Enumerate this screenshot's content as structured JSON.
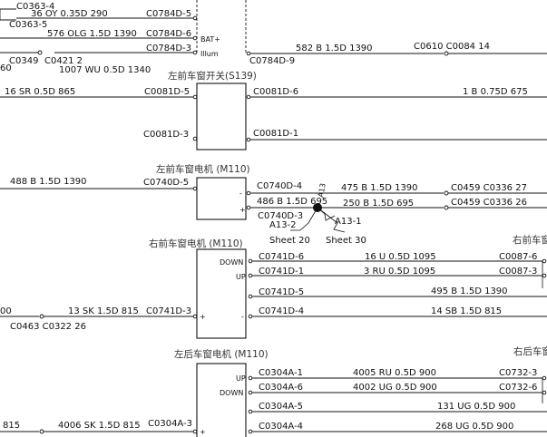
{
  "top_left": {
    "c0363_4": "C0363-4",
    "w36": "36 OY 0.35D 290",
    "c0784d_5": "C0784D-5",
    "c0363_5": "C0363-5",
    "w576": "576 OLG 1.5D 1390",
    "c0784d_6": "C0784D-6",
    "bat": "BAT+",
    "c0784d_3": "C0784D-3",
    "illum": "Illum",
    "c0349": "C0349",
    "c0421": "C0421 2",
    "w1007": "1007 WU 0.5D 1340",
    "c0784d_9": "C0784D-9",
    "partial_60": "60",
    "w582": "582 B 1.5D 1390",
    "c0610": "C0610 C0084 14"
  },
  "s139": {
    "title": "左前车窗开关(S139)",
    "w16": "16 SR 0.5D 865",
    "c0081d_5": "C0081D-5",
    "c0081d_6": "C0081D-6",
    "w1b": "1 B 0.75D 675",
    "c0081d_3": "C0081D-3",
    "c0081d_1": "C0081D-1"
  },
  "m110_fl": {
    "title": "左前车窗电机 (M110)",
    "w488": "488 B 1.5D 1390",
    "c0740d_5": "C0740D-5",
    "minus": "-",
    "plus": "+",
    "c0740d_4": "C0740D-4",
    "w475": "475 B 1.5D 1390",
    "c0459a": "C0459 C0336 27",
    "w486": "486 B 1.5D 695",
    "c0740d_3": "C0740D-3",
    "w250": "250 B 1.5D 695",
    "c0459b": "C0459 C0336 26",
    "a13_2": "A13-2",
    "a13_3": "A13",
    "a13_1": "A13-1",
    "sheet20": "Sheet 20",
    "sheet30": "Sheet 30"
  },
  "m110_fr": {
    "title": "右前车窗电机 (M110)",
    "title_right": "右前车窗",
    "down": "DOWN",
    "up": "UP",
    "c0741d_6": "C0741D-6",
    "w16u": "16 U 0.5D 1095",
    "c0087_6": "C0087-6",
    "c0741d_1": "C0741D-1",
    "w3ru": "3 RU 0.5D 1095",
    "c0087_3": "C0087-3",
    "c0741d_5": "C0741D-5",
    "w495": "495 B 1.5D 1390",
    "partial_00": "00",
    "w13": "13 SK 1.5D 815",
    "c0741d_3": "C0741D-3",
    "plus": "+",
    "minus": "-",
    "c0741d_4": "C0741D-4",
    "w14": "14 SB 1.5D 815",
    "c0463": "C0463 C0322 26"
  },
  "m110_rl": {
    "title": "左后车窗电机 (M110)",
    "title_right": "右后车窗",
    "up": "UP",
    "down": "DOWN",
    "c0304a_1": "C0304A-1",
    "w4005": "4005 RU 0.5D 900",
    "c0732_3": "C0732-3",
    "c0304a_6": "C0304A-6",
    "w4002": "4002 UG 0.5D 900",
    "c0732_6": "C0732-6",
    "c0304a_5": "C0304A-5",
    "w131": "131 UG 0.5D 900",
    "partial_815": "815",
    "w4006": "4006 SK 1.5D 815",
    "c0304a_3": "C0304A-3",
    "plus": "+",
    "c0304a_4": "C0304A-4",
    "w268": "268 UG 0.5D 900"
  }
}
